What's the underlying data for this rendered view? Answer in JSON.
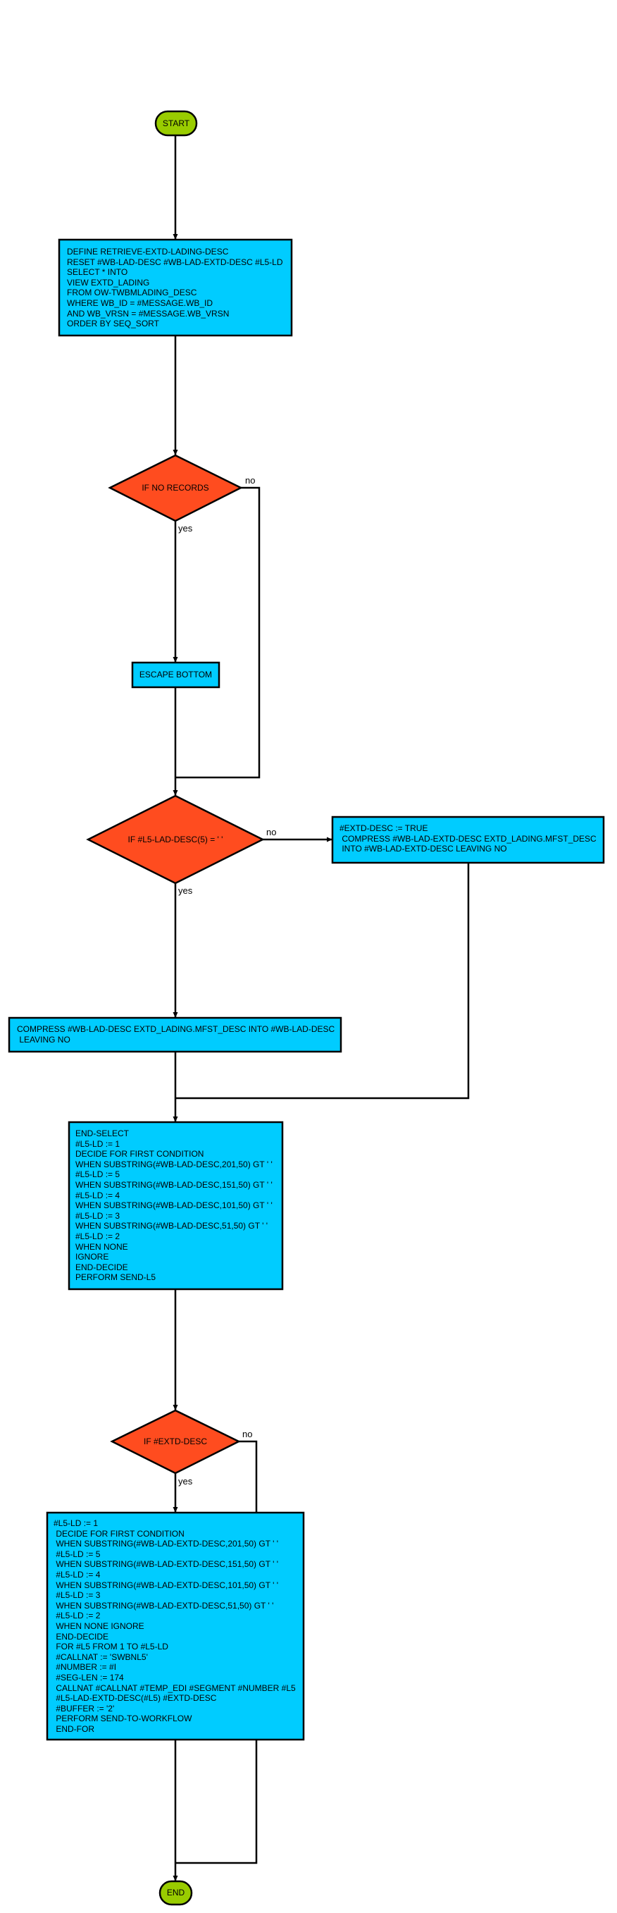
{
  "colors": {
    "terminal": "#99cc00",
    "process": "#00ccff",
    "decision": "#ff4c1f",
    "line": "#000000"
  },
  "nodes": {
    "start": "START",
    "define": [
      "DEFINE RETRIEVE-EXTD-LADING-DESC",
      "RESET #WB-LAD-DESC #WB-LAD-EXTD-DESC #L5-LD",
      "SELECT * INTO",
      "VIEW EXTD_LADING",
      "FROM OW-TWBMLADING_DESC",
      "WHERE WB_ID = #MESSAGE.WB_ID",
      "AND WB_VRSN = #MESSAGE.WB_VRSN",
      "ORDER BY SEQ_SORT"
    ],
    "if_no_records": "IF NO RECORDS",
    "escape": "ESCAPE BOTTOM",
    "if_l5": "IF #L5-LAD-DESC(5) = ' '",
    "extd_true": [
      "#EXTD-DESC := TRUE",
      " COMPRESS #WB-LAD-EXTD-DESC EXTD_LADING.MFST_DESC",
      " INTO #WB-LAD-EXTD-DESC LEAVING NO"
    ],
    "compress": [
      "COMPRESS #WB-LAD-DESC EXTD_LADING.MFST_DESC INTO #WB-LAD-DESC",
      " LEAVING NO"
    ],
    "end_select": [
      "END-SELECT",
      "#L5-LD := 1",
      "DECIDE FOR FIRST CONDITION",
      "WHEN SUBSTRING(#WB-LAD-DESC,201,50) GT ' '",
      "#L5-LD := 5",
      "WHEN SUBSTRING(#WB-LAD-DESC,151,50) GT ' '",
      "#L5-LD := 4",
      "WHEN SUBSTRING(#WB-LAD-DESC,101,50) GT ' '",
      "#L5-LD := 3",
      "WHEN SUBSTRING(#WB-LAD-DESC,51,50) GT ' '",
      "#L5-LD := 2",
      "WHEN NONE",
      "IGNORE",
      "END-DECIDE",
      "PERFORM SEND-L5"
    ],
    "if_extd": "IF #EXTD-DESC",
    "big": [
      "#L5-LD := 1",
      " DECIDE FOR FIRST CONDITION",
      " WHEN SUBSTRING(#WB-LAD-EXTD-DESC,201,50) GT ' '",
      " #L5-LD := 5",
      " WHEN SUBSTRING(#WB-LAD-EXTD-DESC,151,50) GT ' '",
      " #L5-LD := 4",
      " WHEN SUBSTRING(#WB-LAD-EXTD-DESC,101,50) GT ' '",
      " #L5-LD := 3",
      " WHEN SUBSTRING(#WB-LAD-EXTD-DESC,51,50) GT ' '",
      " #L5-LD := 2",
      " WHEN NONE IGNORE",
      " END-DECIDE",
      " FOR #L5 FROM 1 TO #L5-LD",
      " #CALLNAT := 'SWBNL5'",
      " #NUMBER := #I",
      " #SEG-LEN := 174",
      " CALLNAT #CALLNAT #TEMP_EDI #SEGMENT #NUMBER #L5",
      " #L5-LAD-EXTD-DESC(#L5) #EXTD-DESC",
      " #BUFFER := '2'",
      " PERFORM SEND-TO-WORKFLOW",
      " END-FOR"
    ],
    "end": "END"
  },
  "labels": {
    "no": "no",
    "yes": "yes"
  }
}
